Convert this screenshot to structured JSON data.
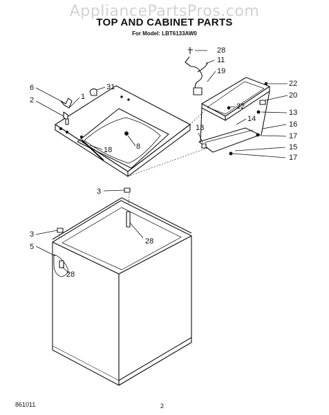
{
  "watermark": "AppliancePartsPros.com",
  "header": {
    "title": "TOP AND CABINET PARTS",
    "model": "For Model: LBT6133AW0"
  },
  "footer": {
    "code": "861011",
    "page": "2"
  },
  "callouts": {
    "c28a": "28",
    "c11": "11",
    "c19": "19",
    "c22a": "22",
    "c20": "20",
    "c22b": "22",
    "c13a": "13",
    "c14": "14",
    "c16": "16",
    "c13b": "13",
    "c17a": "17",
    "c15": "15",
    "c17b": "17",
    "c6": "6",
    "c1": "1",
    "c31": "31",
    "c2": "2",
    "c18": "18",
    "c8": "8",
    "c3a": "3",
    "c28b": "28",
    "c3b": "3",
    "c5": "5",
    "c28c": "28"
  }
}
